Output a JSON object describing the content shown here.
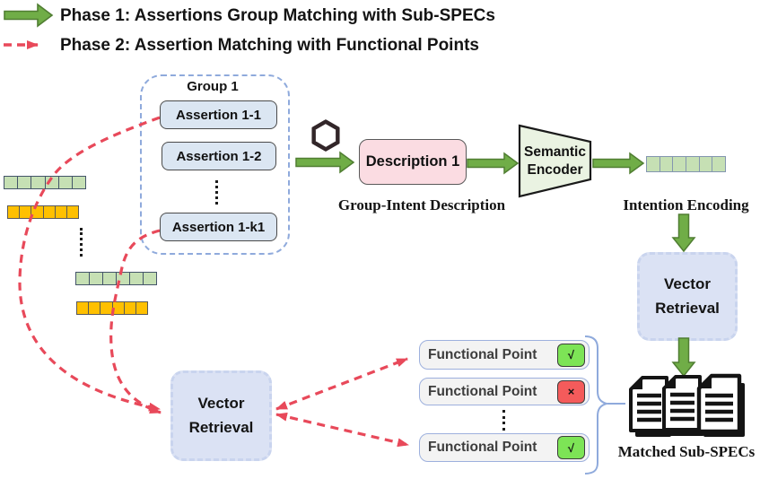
{
  "legend": {
    "items": [
      {
        "marker": "green-solid-arrow",
        "label": "Phase 1: Assertions Group Matching with Sub-SPECs"
      },
      {
        "marker": "red-dashed-arrow",
        "label": "Phase 2: Assertion Matching with Functional Points"
      }
    ]
  },
  "group": {
    "title": "Group 1",
    "assertions": [
      "Assertion 1-1",
      "Assertion 1-2",
      "Assertion 1-k1"
    ]
  },
  "llm_icon": "openai-logo",
  "description_box": {
    "label": "Description 1"
  },
  "captions": {
    "group_intent": "Group-Intent Description",
    "intention_encoding": "Intention Encoding",
    "matched_subspecs": "Matched Sub-SPECs"
  },
  "encoder": {
    "label": "Semantic Encoder"
  },
  "vector_retrieval_top": {
    "label": "Vector Retrieval"
  },
  "vector_retrieval_bottom": {
    "label": "Vector Retrieval"
  },
  "functional_points": [
    {
      "label": "Functional Point",
      "status": "match",
      "glyph": "√"
    },
    {
      "label": "Functional Point",
      "status": "no-match",
      "glyph": "×"
    },
    {
      "label": "Functional Point",
      "status": "match",
      "glyph": "√"
    }
  ],
  "vectors": {
    "cells_per_strip": 6,
    "left_strips": [
      "green",
      "orange",
      "green",
      "orange"
    ],
    "intention_strip": "green"
  },
  "colors": {
    "phase1_arrow": "#70ad47",
    "phase1_arrow_border": "#507e32",
    "phase2_arrow": "#e8495a",
    "group_border": "#8faadc",
    "assertion_fill": "#dbe6f2",
    "description_fill": "#fbdce2",
    "encoder_fill": "#eaf3e2",
    "vector_retrieval_fill": "#dbe2f4",
    "functional_point_fill": "#f3f3f3",
    "match_badge": "#7de456",
    "no_match_badge": "#f45b5b",
    "green_cell": "#c6e0b4",
    "orange_cell": "#ffc000"
  }
}
